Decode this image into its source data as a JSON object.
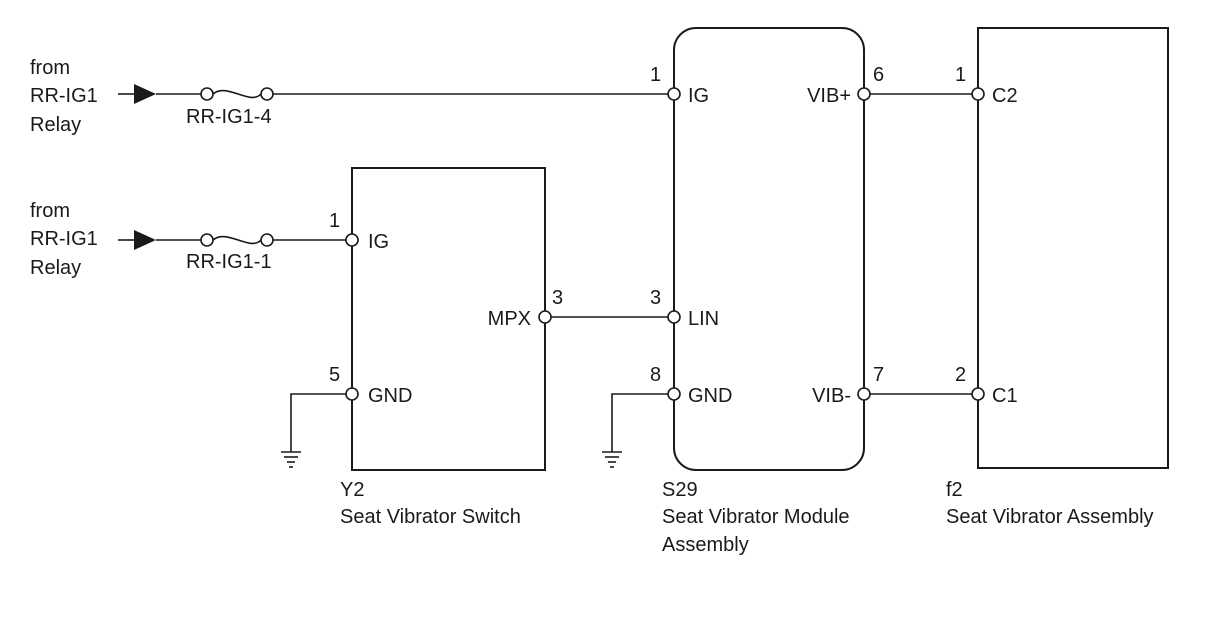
{
  "sources": [
    {
      "line1": "from",
      "line2": "RR-IG1",
      "line3": "Relay",
      "fuse": "RR-IG1-4"
    },
    {
      "line1": "from",
      "line2": "RR-IG1",
      "line3": "Relay",
      "fuse": "RR-IG1-1"
    }
  ],
  "switch": {
    "code": "Y2",
    "name": "Seat Vibrator Switch",
    "pins": {
      "ig": {
        "num": "1",
        "label": "IG"
      },
      "gnd": {
        "num": "5",
        "label": "GND"
      },
      "mpx": {
        "num": "3",
        "label": "MPX"
      }
    }
  },
  "module": {
    "code": "S29",
    "name_line1": "Seat Vibrator Module",
    "name_line2": "Assembly",
    "pins": {
      "ig": {
        "num": "1",
        "label": "IG"
      },
      "lin": {
        "num": "3",
        "label": "LIN"
      },
      "gnd": {
        "num": "8",
        "label": "GND"
      },
      "vibp": {
        "num": "6",
        "label": "VIB+"
      },
      "vibm": {
        "num": "7",
        "label": "VIB-"
      }
    }
  },
  "assembly": {
    "code": "f2",
    "name": "Seat Vibrator Assembly",
    "pins": {
      "c2": {
        "num": "1",
        "label": "C2"
      },
      "c1": {
        "num": "2",
        "label": "C1"
      }
    }
  }
}
